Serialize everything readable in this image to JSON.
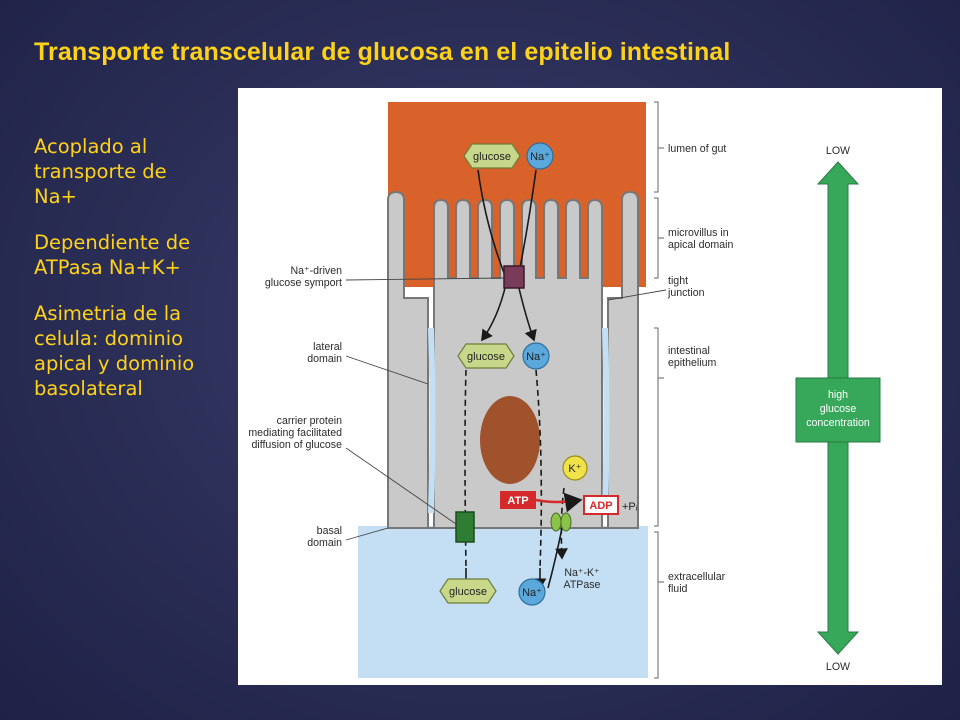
{
  "slide": {
    "title": "Transporte transcelular de glucosa en el epitelio intestinal",
    "notes": [
      [
        "Acoplado al",
        "transporte de",
        "Na+"
      ],
      [
        "Dependiente de",
        "ATPasa Na+K+"
      ],
      [
        "Asimetria de la",
        "celula: dominio",
        "apical y dominio",
        "basolateral"
      ]
    ]
  },
  "figure": {
    "left_labels": {
      "symport": [
        "Na⁺-driven",
        "glucose symport"
      ],
      "lateral": [
        "lateral",
        "domain"
      ],
      "carrier": [
        "carrier protein",
        "mediating facilitated",
        "diffusion of glucose"
      ],
      "basal": [
        "basal",
        "domain"
      ]
    },
    "right_labels": {
      "lumen": "lumen of gut",
      "microvillus": [
        "microvillus in",
        "apical domain"
      ],
      "tight": [
        "tight",
        "junction"
      ],
      "epithelium": [
        "intestinal",
        "epithelium"
      ],
      "extracellular": [
        "extracellular",
        "fluid"
      ]
    },
    "molecules": {
      "glucose": "glucose",
      "sodium": "Na⁺",
      "potassium": "K⁺",
      "atp": "ATP",
      "adp": "ADP",
      "pi": "+Pᵢ",
      "pump": [
        "Na⁺-K⁺",
        "ATPase"
      ]
    },
    "gradient": {
      "top": "LOW",
      "bottom": "LOW",
      "middle": [
        "high",
        "glucose",
        "concentration"
      ]
    },
    "colors": {
      "lumen": "#d9622b",
      "cell": "#c9c9c9",
      "extracellular": "#c4dff4",
      "nucleus": "#a0522d",
      "glucose": "#c8d88a",
      "sodium": "#5aa8dc",
      "potassium": "#f0e24a",
      "atp": "#d62a2a",
      "gradient": "#37a85a"
    }
  }
}
